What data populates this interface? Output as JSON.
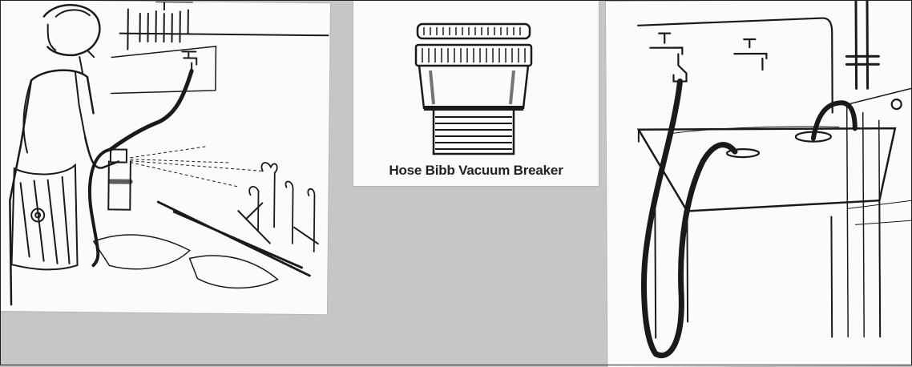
{
  "panels": {
    "garden": {
      "icon": "garden-hose-sprayer-illustration"
    },
    "breaker": {
      "icon": "vacuum-breaker-illustration",
      "caption": "Hose Bibb Vacuum Breaker"
    },
    "sink": {
      "icon": "utility-sink-hose-illustration"
    }
  },
  "colors": {
    "ink": "#1a1a1a",
    "paper": "#fbfbfb",
    "background": "#c6c6c6"
  }
}
